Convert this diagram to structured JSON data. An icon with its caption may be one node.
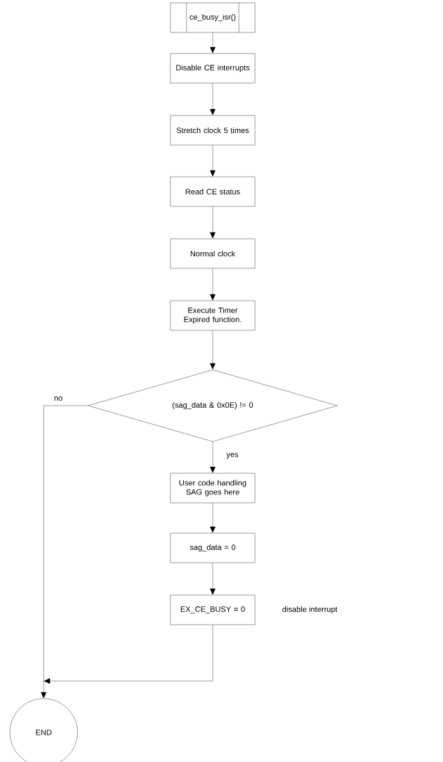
{
  "diagram": {
    "nodes": [
      {
        "text": [
          "ce_busy_isr()"
        ]
      },
      {
        "text": [
          "Disable CE interrupts"
        ]
      },
      {
        "text": [
          "Stretch clock 5 times"
        ]
      },
      {
        "text": [
          "Read CE status"
        ]
      },
      {
        "text": [
          "Normal clock"
        ]
      },
      {
        "text": [
          "Execute Timer Expired function."
        ]
      },
      {
        "text": [
          "(sag_data & 0x0E) != 0"
        ]
      },
      {
        "text": [
          "User code handling SAG goes here"
        ]
      },
      {
        "text": [
          "sag_data = 0"
        ]
      },
      {
        "text": [
          "EX_CE_BUSY = 0"
        ],
        "beside": [
          "disable interrupt"
        ]
      },
      {
        "text": [
          "END"
        ]
      }
    ],
    "edges": [
      {
        "from": 0,
        "to": 1,
        "arrow": "to"
      },
      {
        "from": 1,
        "to": 2,
        "arrow": "to"
      },
      {
        "from": 2,
        "to": 3,
        "arrow": "to"
      },
      {
        "from": 3,
        "to": 4,
        "arrow": "to"
      },
      {
        "from": 4,
        "to": 5,
        "arrow": "to"
      },
      {
        "from": 5,
        "to": 6,
        "arrow": "to"
      },
      {
        "from": 6,
        "to": 7,
        "arrow": "to",
        "label": "yes"
      },
      {
        "from": 6,
        "to": 10,
        "arrow": "to",
        "label": "no"
      },
      {
        "from": 7,
        "to": 8,
        "arrow": "to"
      },
      {
        "from": 8,
        "to": 9,
        "arrow": "to"
      },
      {
        "from": 9,
        "to": 10,
        "arrow": "to"
      }
    ]
  }
}
